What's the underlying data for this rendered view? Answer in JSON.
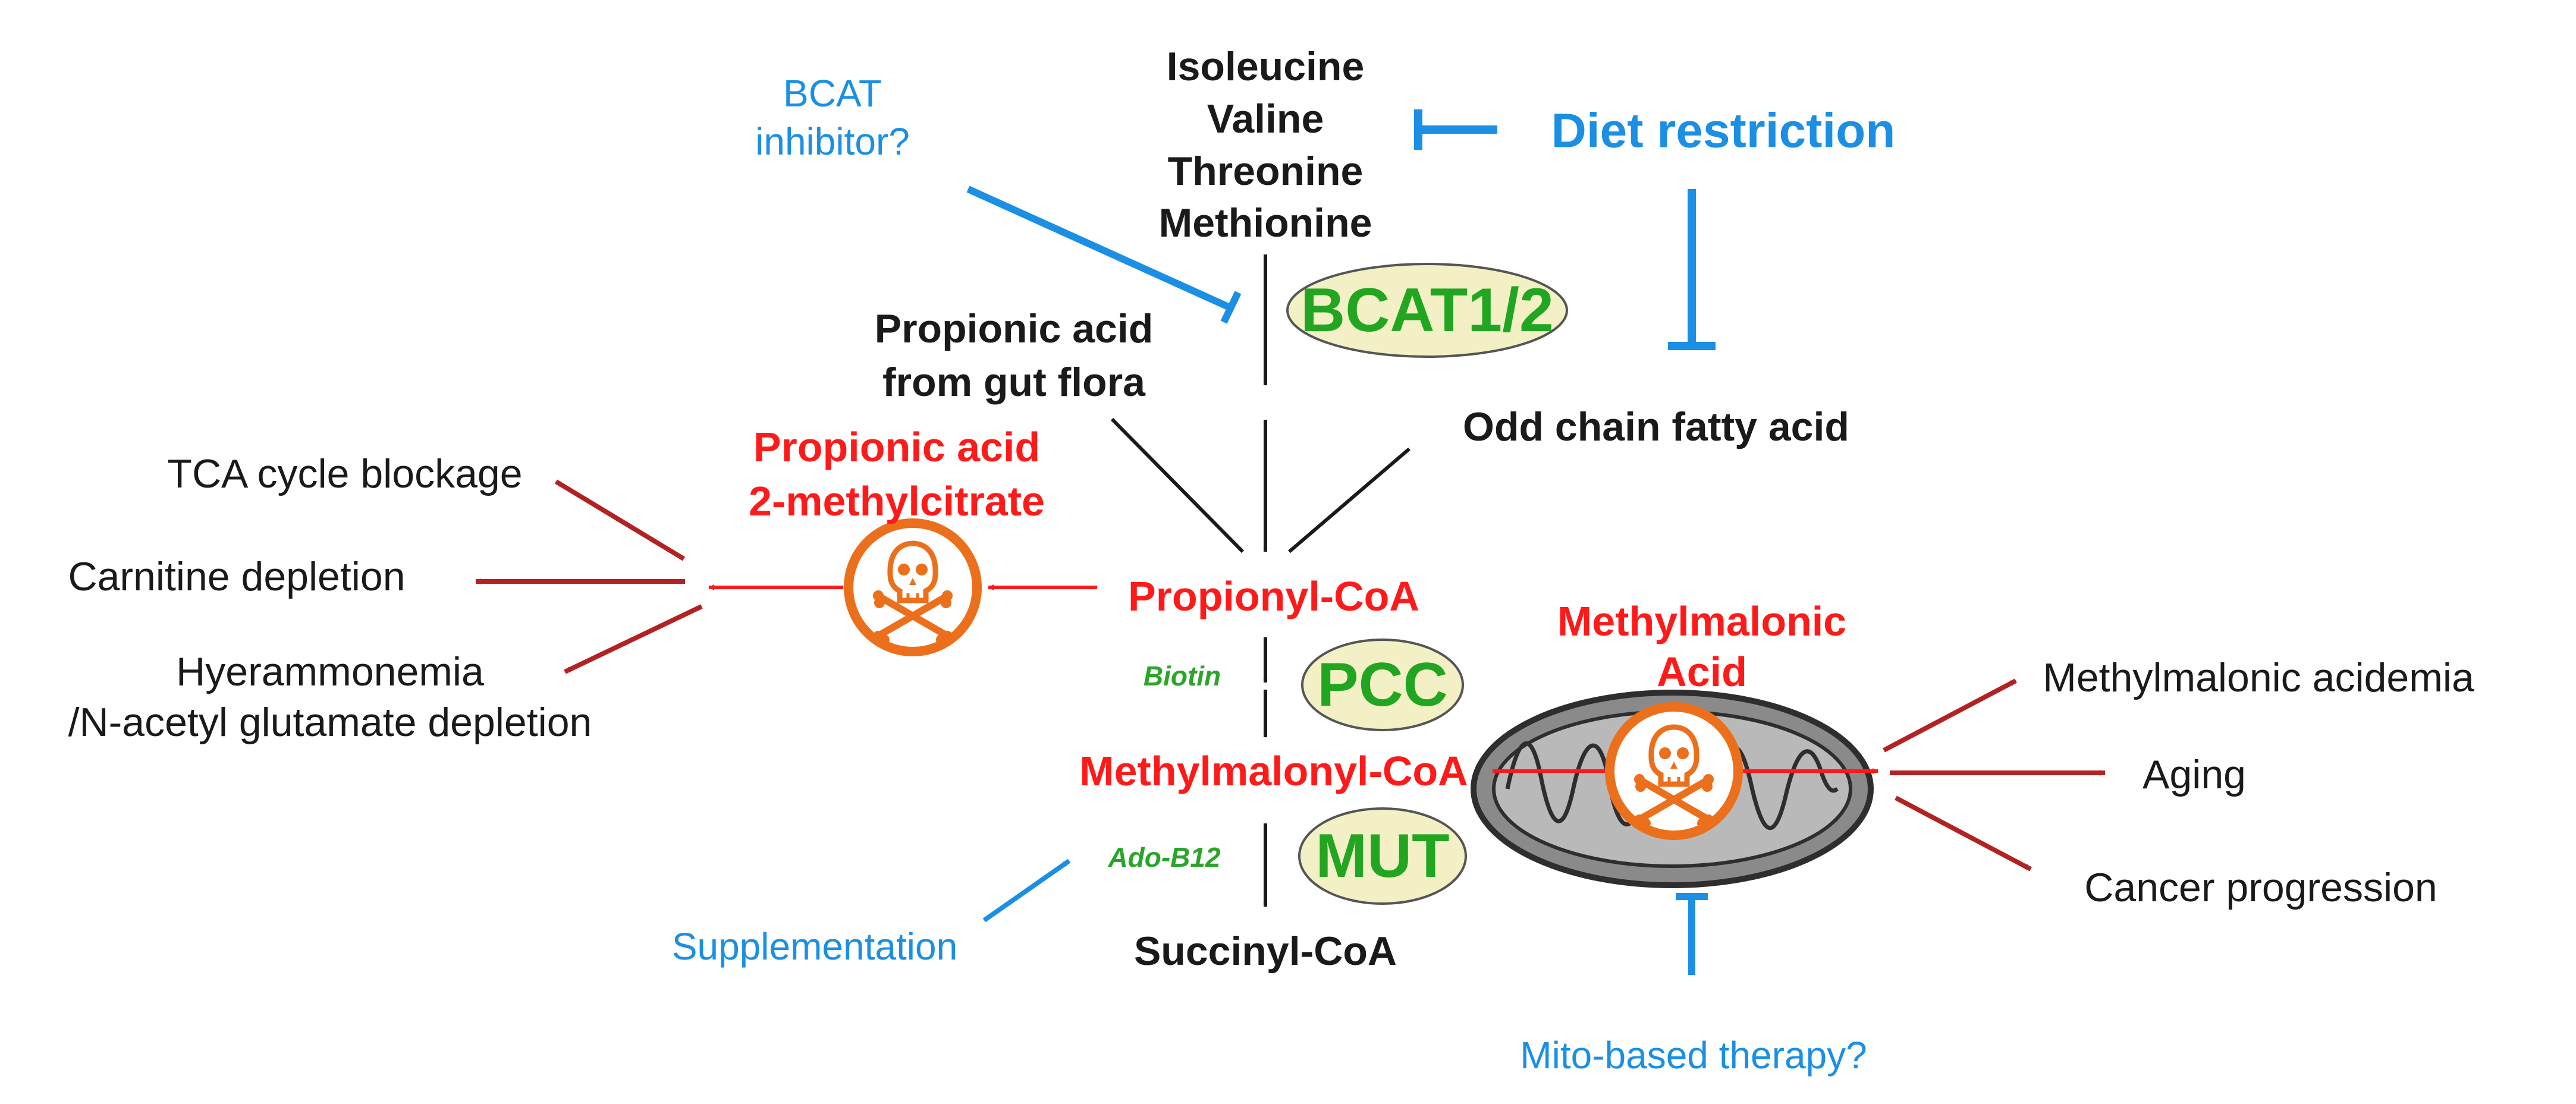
{
  "inputs": {
    "amino_acids": [
      "Isoleucine",
      "Valine",
      "Threonine",
      "Methionine"
    ],
    "gut_flora": [
      "Propionic acid",
      "from gut flora"
    ],
    "fatty_acid": "Odd chain fatty acid"
  },
  "interventions": {
    "bcat_inhibitor": [
      "BCAT",
      "inhibitor?"
    ],
    "diet_restriction": "Diet restriction",
    "supplementation": "Supplementation",
    "mito_therapy": "Mito-based therapy?"
  },
  "enzymes": {
    "bcat": "BCAT1/2",
    "pcc": "PCC",
    "mut": "MUT"
  },
  "cofactors": {
    "biotin": "Biotin",
    "ado_b12": "Ado-B12"
  },
  "metabolites": {
    "propionyl_coa": "Propionyl-CoA",
    "methylmalonyl_coa": "Methylmalonyl-CoA",
    "succinyl_coa": "Succinyl-CoA"
  },
  "toxic": {
    "propionic": [
      "Propionic acid",
      "2-methylcitrate"
    ],
    "methylmalonic": [
      "Methylmalonic",
      "Acid"
    ]
  },
  "outcomes_left": {
    "tca": "TCA cycle blockage",
    "carnitine": "Carnitine depletion",
    "hyperammonemia": [
      "Hyerammonemia",
      "/N-acetyl glutamate depletion"
    ]
  },
  "outcomes_right": {
    "acidemia": "Methylmalonic acidemia",
    "aging": "Aging",
    "cancer": "Cancer progression"
  },
  "colors": {
    "black": "#1a1a1a",
    "red": "#ff1a1a",
    "dark_red": "#b22222",
    "blue": "#1a8fe3",
    "green": "#22a622",
    "enzyme_fill": "#f2f0c4",
    "skull_ring": "#ec6f1c"
  }
}
